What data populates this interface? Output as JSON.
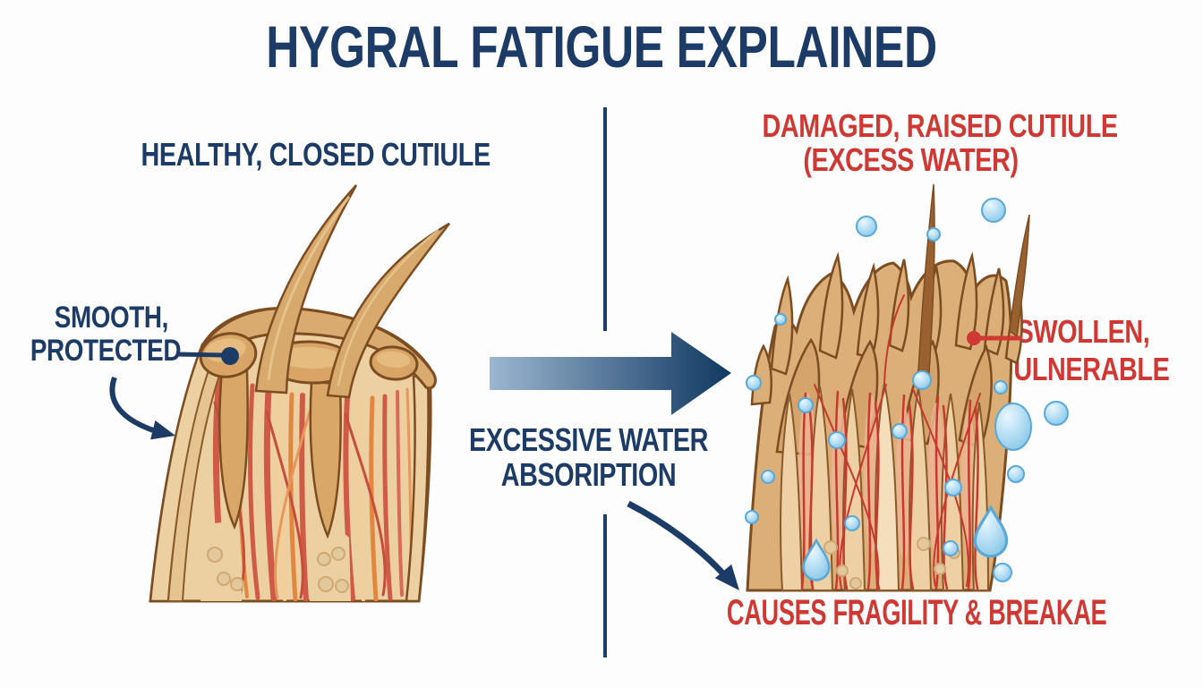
{
  "title": "HYGRAL FATIGUE EXPLAINED",
  "left_panel": {
    "heading": "HEALTHY, CLOSED CUTIULE",
    "callout": {
      "line1": "SMOOTH,",
      "line2": "PROTECTED"
    }
  },
  "center": {
    "arrow_label": {
      "line1": "EXCESSIVE WATER",
      "line2": "ABSORIPTION"
    },
    "flow_arrow_icon": "gradient-right-arrow",
    "divider_icon": "vertical-line"
  },
  "right_panel": {
    "heading": {
      "line1": "DAMAGED, RAISED CUTIULE",
      "line2": "(EXCESS WATER)"
    },
    "callout": {
      "line1": "SWOLLEN,",
      "line2": "VULNERABLE"
    },
    "footer": "CAUSES FRAGILITY & BREAKAE"
  },
  "colors": {
    "background": "#fdfdfd",
    "heading_navy": "#1c3b66",
    "label_red": "#cf3833",
    "arrow_gradient_start": "#9cb6d0",
    "arrow_gradient_end": "#123a63",
    "hair_tan": "#dcae78",
    "hair_tan_light": "#ecd0a2",
    "hair_outline_brown": "#7d4d22",
    "fiber_red": "#cf5a45",
    "fiber_orange": "#e2873f",
    "fibril_red": "#c9382c",
    "droplet_blue": "#a9d9f2",
    "droplet_stroke": "#58a8d8"
  }
}
